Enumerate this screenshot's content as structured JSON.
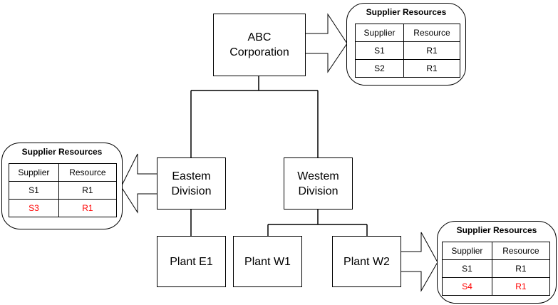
{
  "nodes": {
    "corp": {
      "line1": "ABC",
      "line2": "Corporation"
    },
    "east": {
      "line1": "Eastem",
      "line2": "Division"
    },
    "west": {
      "line1": "Westem",
      "line2": "Division"
    },
    "plant_e1": {
      "label": "Plant E1"
    },
    "plant_w1": {
      "label": "Plant W1"
    },
    "plant_w2": {
      "label": "Plant W2"
    }
  },
  "panels": {
    "corp": {
      "title": "Supplier Resources",
      "headers": [
        "Supplier",
        "Resource"
      ],
      "rows": [
        {
          "supplier": "S1",
          "resource": "R1",
          "highlight": false
        },
        {
          "supplier": "S2",
          "resource": "R1",
          "highlight": false
        }
      ]
    },
    "east": {
      "title": "Supplier Resources",
      "headers": [
        "Supplier",
        "Resource"
      ],
      "rows": [
        {
          "supplier": "S1",
          "resource": "R1",
          "highlight": false
        },
        {
          "supplier": "S3",
          "resource": "R1",
          "highlight": true
        }
      ]
    },
    "w2": {
      "title": "Supplier Resources",
      "headers": [
        "Supplier",
        "Resource"
      ],
      "rows": [
        {
          "supplier": "S1",
          "resource": "R1",
          "highlight": false
        },
        {
          "supplier": "S4",
          "resource": "R1",
          "highlight": true
        }
      ]
    }
  },
  "colors": {
    "highlight": "#ff0000",
    "line": "#000000"
  }
}
